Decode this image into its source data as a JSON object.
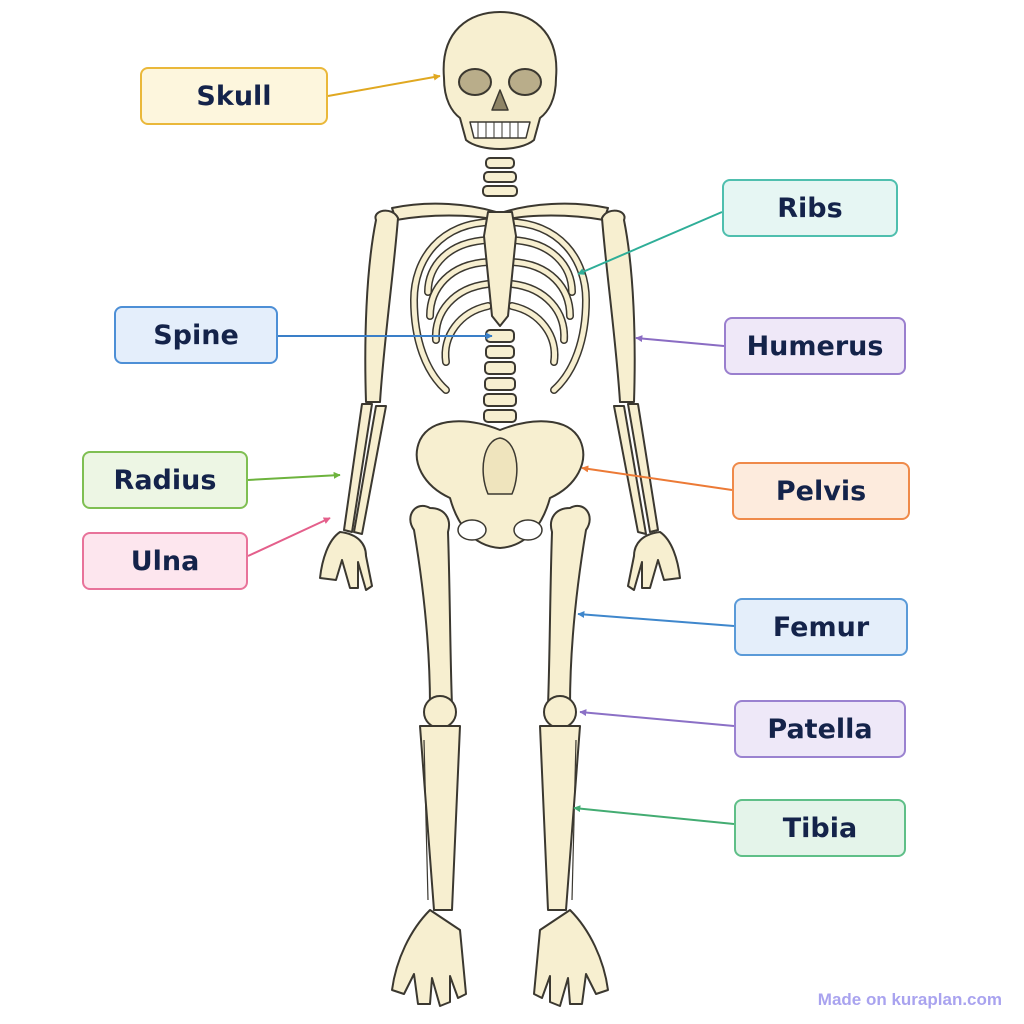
{
  "labels": {
    "skull": {
      "text": "Skull",
      "border": "#eab83a",
      "fill": "#fdf6dd",
      "line": "#e0a821"
    },
    "ribs": {
      "text": "Ribs",
      "border": "#4fbfae",
      "fill": "#e6f6f3",
      "line": "#2fae98"
    },
    "spine": {
      "text": "Spine",
      "border": "#4d8fd6",
      "fill": "#e4eefb",
      "line": "#3a7fc8"
    },
    "humerus": {
      "text": "Humerus",
      "border": "#9a7fce",
      "fill": "#efe8f8",
      "line": "#8a6cc3"
    },
    "radius": {
      "text": "Radius",
      "border": "#7fbf52",
      "fill": "#edf6e4",
      "line": "#6db33d"
    },
    "pelvis": {
      "text": "Pelvis",
      "border": "#ef8a4a",
      "fill": "#fdebdd",
      "line": "#ec7a36"
    },
    "ulna": {
      "text": "Ulna",
      "border": "#e8739a",
      "fill": "#fde6ee",
      "line": "#e45f8b"
    },
    "femur": {
      "text": "Femur",
      "border": "#5a9ad8",
      "fill": "#e4eefa",
      "line": "#3f87cc"
    },
    "patella": {
      "text": "Patella",
      "border": "#9a82d0",
      "fill": "#eee8f8",
      "line": "#8b70c6"
    },
    "tibia": {
      "text": "Tibia",
      "border": "#5fbf88",
      "fill": "#e4f4ea",
      "line": "#43ac72"
    }
  },
  "colors": {
    "bone": "#f7efd0",
    "bone_outline": "#3b3830"
  },
  "watermark": "Made on kuraplan.com"
}
